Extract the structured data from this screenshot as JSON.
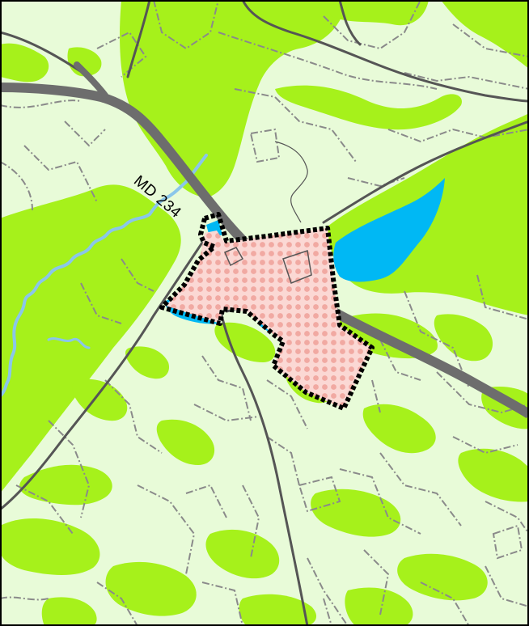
{
  "map": {
    "road_label": "MD 234",
    "colors": {
      "background": "#e8fbd8",
      "wooded": "#a6f11b",
      "water": "#00b8f4",
      "stream": "#8ac6ea",
      "highway": "#6d6d6d",
      "road": "#555555",
      "parcel_line": "#8a8a8a",
      "boundary": "#000000",
      "growth_area_fill": "#fbd8d4",
      "growth_area_dot": "#f1a9a2",
      "frame": "#000000"
    },
    "layers": [
      "wooded-area",
      "water-body",
      "stream",
      "highway",
      "road",
      "parcel-lines",
      "growth-area",
      "boundary"
    ]
  }
}
